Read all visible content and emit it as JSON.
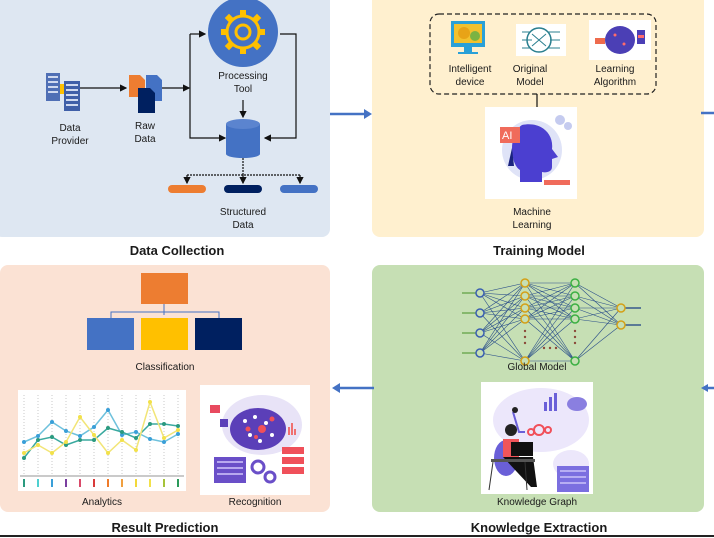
{
  "panels": {
    "data_collection": {
      "title": "Data Collection",
      "labels": {
        "provider": [
          "Data",
          "Provider"
        ],
        "raw": [
          "Raw",
          "Data"
        ],
        "processing": [
          "Processing",
          "Tool"
        ],
        "structured": [
          "Structured",
          "Data"
        ]
      }
    },
    "training_model": {
      "title": "Training Model",
      "labels": {
        "intelligent": [
          "Intelligent",
          "device"
        ],
        "original": [
          "Original",
          "Model"
        ],
        "learning": [
          "Learning",
          "Algorithm"
        ],
        "ml": [
          "Machine",
          "Learning"
        ]
      },
      "ai_badge": "AI"
    },
    "result_prediction": {
      "title": "Result Prediction",
      "labels": {
        "classification": "Classification",
        "analytics": "Analytics",
        "recognition": "Recognition"
      }
    },
    "knowledge_extraction": {
      "title": "Knowledge Extraction",
      "labels": {
        "global_model": "Global Model",
        "knowledge_graph": "Knowledge Graph"
      }
    }
  },
  "colors": {
    "blue": "#4472c4",
    "orange": "#ed7d31",
    "navy": "#002060",
    "yellow": "#ffc000",
    "arrow": "#4472c4"
  }
}
